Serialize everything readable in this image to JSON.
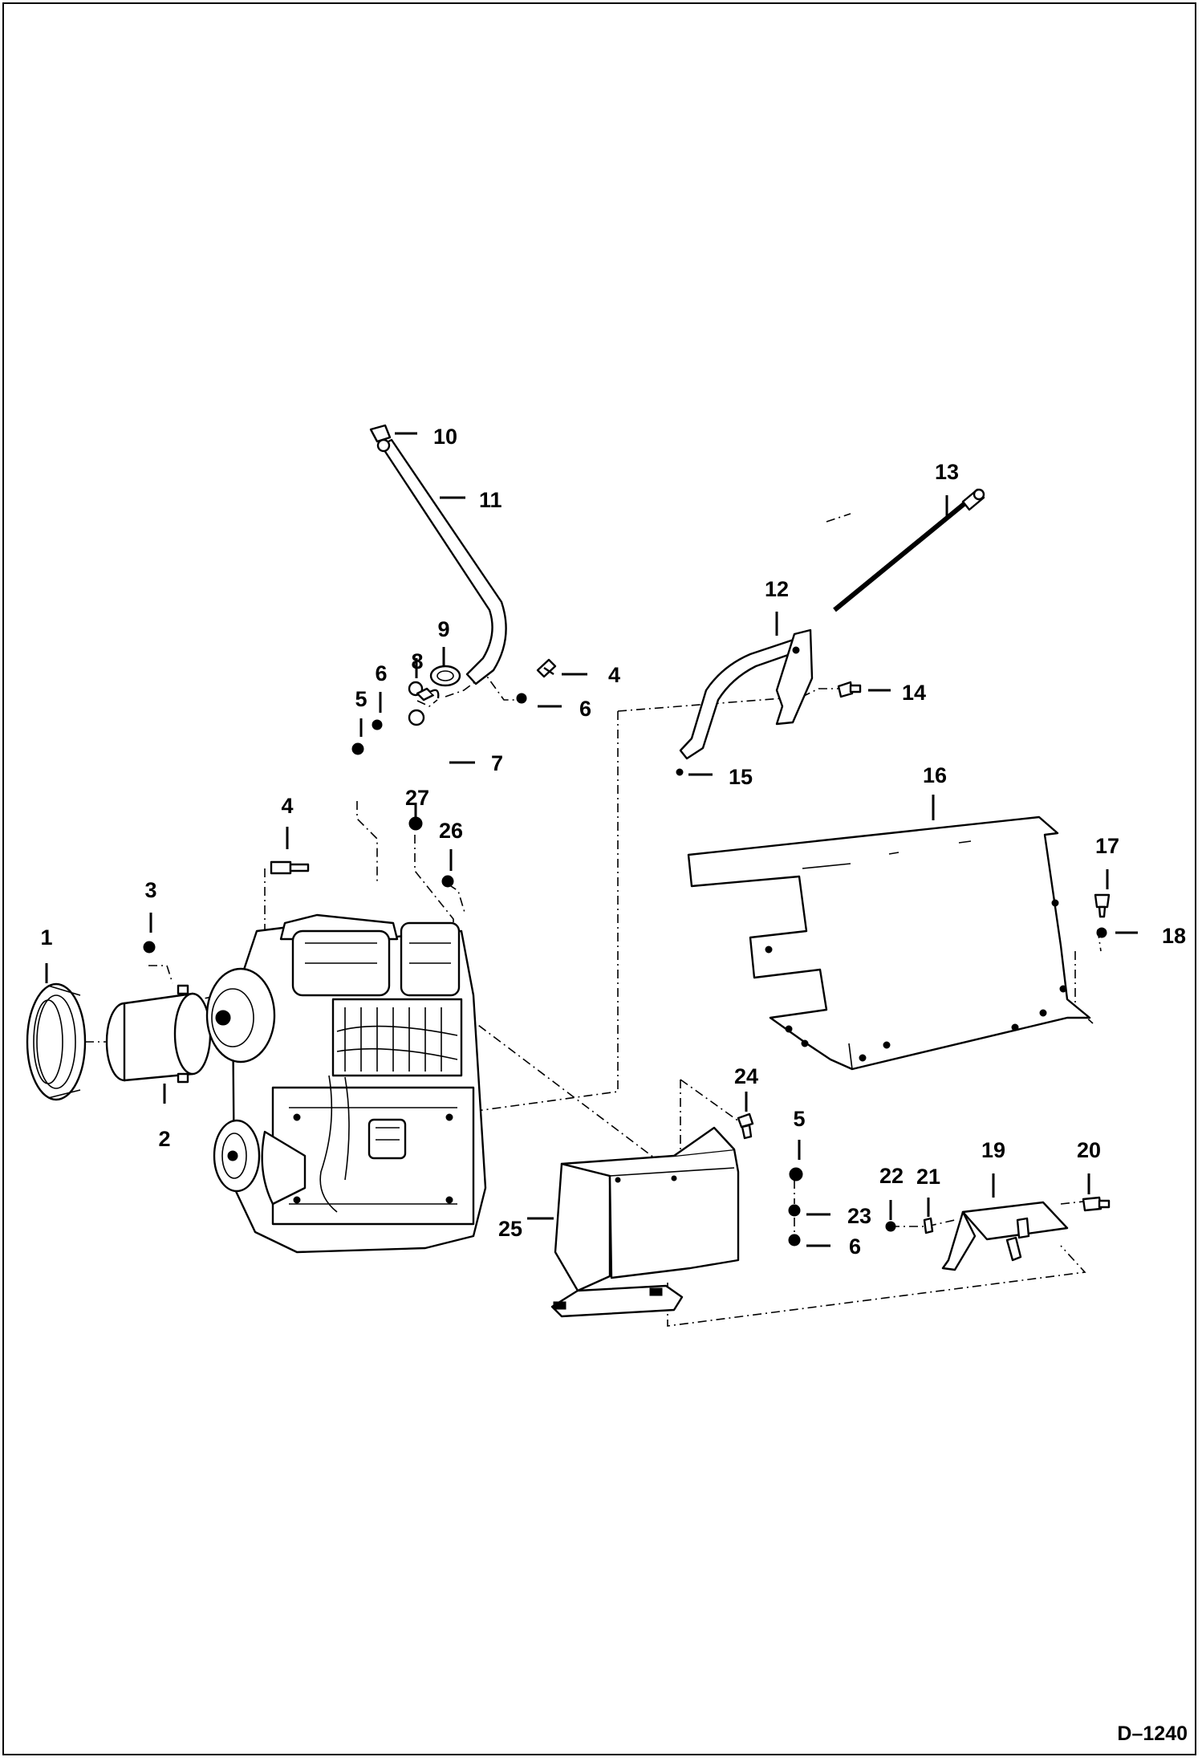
{
  "drawing": {
    "reference": "D–1240",
    "callouts": [
      "1",
      "2",
      "3",
      "4",
      "4",
      "5",
      "5",
      "6",
      "6",
      "6",
      "7",
      "8",
      "9",
      "10",
      "11",
      "12",
      "13",
      "14",
      "15",
      "16",
      "17",
      "18",
      "19",
      "20",
      "21",
      "22",
      "23",
      "24",
      "25",
      "26",
      "27"
    ]
  },
  "colors": {
    "ink": "#000000",
    "paper": "#ffffff"
  }
}
